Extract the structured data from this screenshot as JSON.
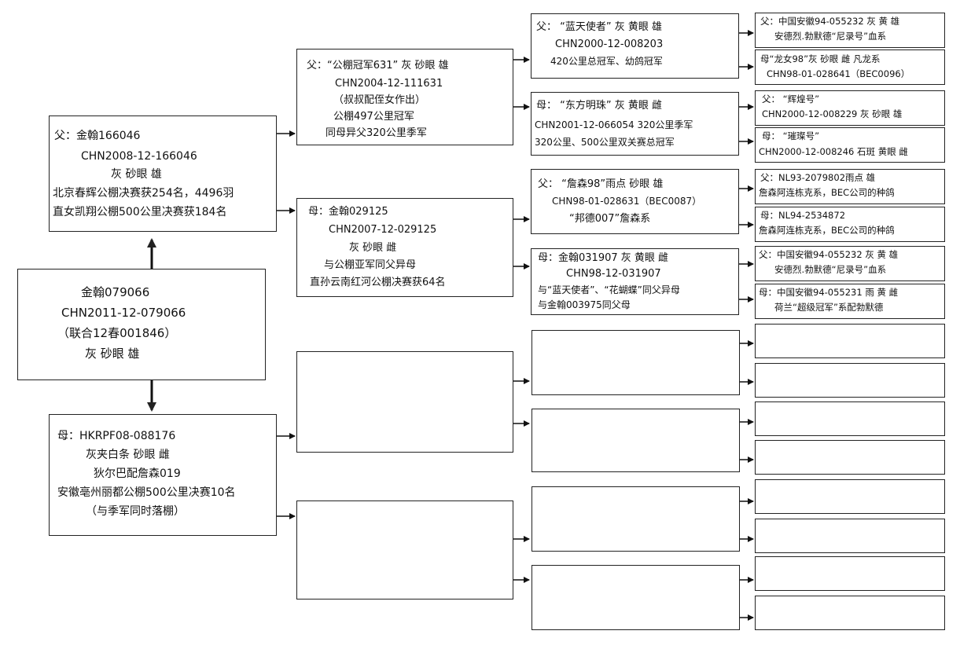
{
  "subject": {
    "name": "金翰079066",
    "ring": "CHN2011-12-079066",
    "alias": "（联合12春001846）",
    "traits": "灰  砂眼  雄"
  },
  "sire": {
    "lines": [
      "父：金翰166046",
      "CHN2008-12-166046",
      "灰  砂眼  雄",
      "北京春辉公棚决赛获254名，4496羽",
      "直女凯翔公棚500公里决赛获184名"
    ]
  },
  "dam": {
    "lines": [
      "母：HKRPF08-088176",
      "灰夹白条  砂眼  雌",
      "狄尔巴配詹森019",
      "安徽亳州丽都公棚500公里决赛10名",
      "（与季军同时落棚）"
    ]
  },
  "sire_sire": {
    "lines": [
      "父：“公棚冠军631”  灰  砂眼  雄",
      "CHN2004-12-111631",
      "（叔叔配侄女作出）",
      "公棚497公里冠军",
      "同母异父320公里季军"
    ]
  },
  "sire_dam": {
    "lines": [
      "母：金翰029125",
      "CHN2007-12-029125",
      "灰  砂眼  雌",
      "与公棚亚军同父异母",
      "直孙云南红河公棚决赛获64名"
    ]
  },
  "ss_sire": {
    "lines": [
      "父：  “蓝天使者”  灰  黄眼  雄",
      "CHN2000-12-008203",
      "420公里总冠军、幼鸽冠军"
    ]
  },
  "ss_dam": {
    "lines": [
      "母：  “东方明珠”  灰  黄眼  雌",
      "CHN2001-12-066054  320公里季军",
      "320公里、500公里双关赛总冠军"
    ]
  },
  "sd_sire": {
    "lines": [
      "父：  “詹森98”雨点  砂眼  雄",
      "CHN98-01-028631（BEC0087）",
      "“邦德007”詹森系"
    ]
  },
  "sd_dam": {
    "lines": [
      "母：金翰031907   灰  黄眼  雌",
      "CHN98-12-031907",
      "与“蓝天使者”、“花蝴蝶”同父异母",
      "与金翰003975同父母"
    ]
  },
  "g4": [
    [
      "父：中国安徽94-055232 灰 黄 雄",
      "安德烈.勃默德“尼录号”血系"
    ],
    [
      "母“龙女98”灰 砂眼 雌 凡龙系",
      "CHN98-01-028641（BEC0096）"
    ],
    [
      "父：  “辉煌号”",
      "CHN2000-12-008229 灰 砂眼 雄"
    ],
    [
      "母：  “璀璨号”",
      "CHN2000-12-008246 石斑 黄眼 雌"
    ],
    [
      "父：NL93-2079802雨点 雄",
      "詹森阿连栋克系，BEC公司的种鸽"
    ],
    [
      "母：NL94-2534872",
      "詹森阿连栋克系，BEC公司的种鸽"
    ],
    [
      "父：中国安徽94-055232 灰 黄 雄",
      "安德烈.勃默德“尼录号”血系"
    ],
    [
      "母：中国安徽94-055231 雨 黄 雌",
      "荷兰“超级冠军”系配勃默德"
    ]
  ]
}
